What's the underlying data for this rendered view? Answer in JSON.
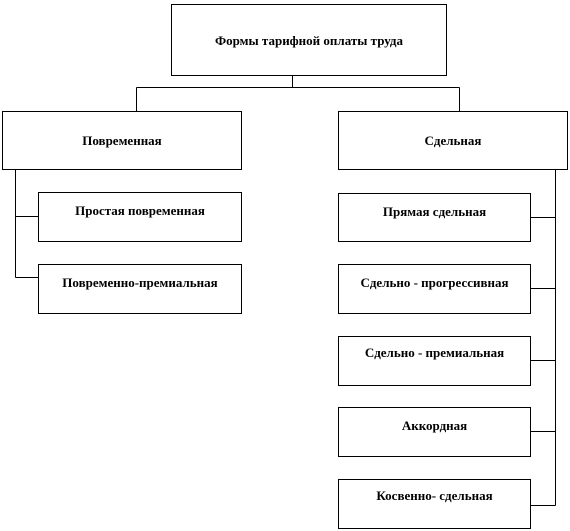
{
  "root": {
    "label": "Формы тарифной оплаты труда"
  },
  "branches": [
    {
      "label": "Повременная",
      "children": [
        "Простая повременная",
        "Повременно-премиальная"
      ]
    },
    {
      "label": "Сдельная",
      "children": [
        "Прямая сдельная",
        "Сдельно - прогрессивная",
        "Сдельно - премиальная",
        "Аккордная",
        "Косвенно- сдельная"
      ]
    }
  ],
  "colors": {
    "line": "#000000",
    "box_border": "#000000",
    "background": "#ffffff",
    "text": "#000000"
  }
}
